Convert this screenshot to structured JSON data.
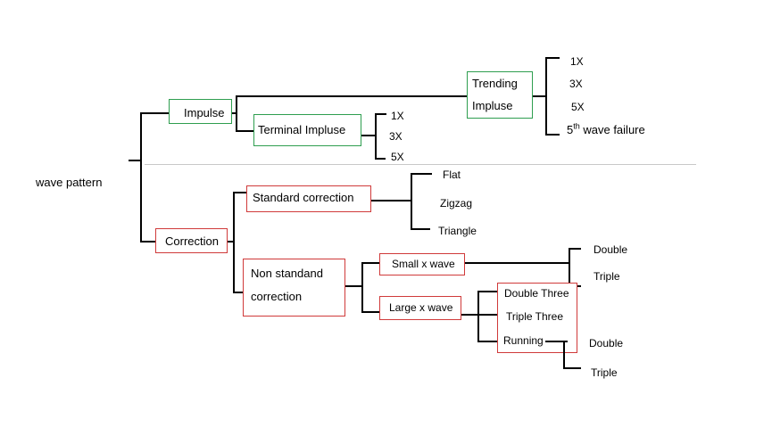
{
  "root": "wave pattern",
  "impulse": {
    "label": "Impulse",
    "trending": {
      "label_line1": "Trending",
      "label_line2": "Impluse",
      "children": [
        "1X",
        "3X",
        "5X"
      ],
      "failure_num": "5",
      "failure_sup": "th",
      "failure_text": " wave failure"
    },
    "terminal": {
      "label": "Terminal Impluse",
      "children": [
        "1X",
        "3X",
        "5X"
      ]
    }
  },
  "correction": {
    "label": "Correction",
    "standard": {
      "label": "Standard correction",
      "children": [
        "Flat",
        "Zigzag",
        "Triangle"
      ]
    },
    "non_standard": {
      "label_line1": "Non standand",
      "label_line2": "correction",
      "small_x": {
        "label": "Small x wave",
        "children": [
          "Double",
          "Triple"
        ]
      },
      "large_x": {
        "label": "Large x wave",
        "children": [
          "Double Three",
          "Triple Three",
          "Running"
        ],
        "running_children": [
          "Double",
          "Triple"
        ]
      }
    }
  }
}
